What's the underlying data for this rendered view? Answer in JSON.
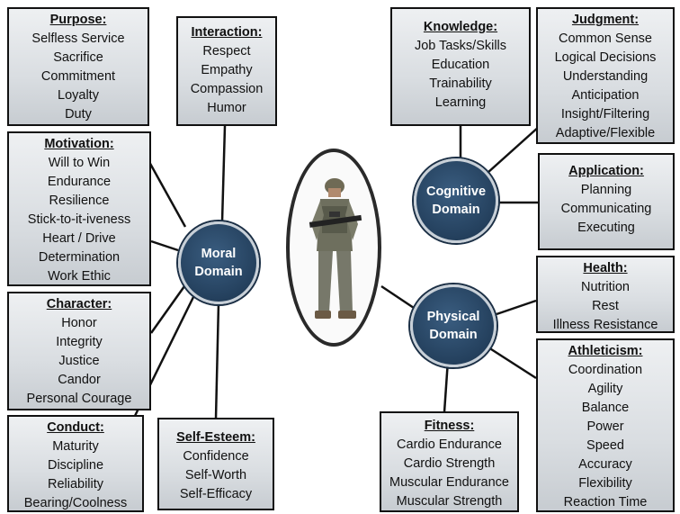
{
  "boxes": {
    "purpose": {
      "title": "Purpose:",
      "items": [
        "Selfless Service",
        "Sacrifice",
        "Commitment",
        "Loyalty",
        "Duty"
      ]
    },
    "interaction": {
      "title": "Interaction:",
      "items": [
        "Respect",
        "Empathy",
        "Compassion",
        "Humor"
      ]
    },
    "motivation": {
      "title": "Motivation:",
      "items": [
        "Will to Win",
        "Endurance",
        "Resilience",
        "Stick-to-it-iveness",
        "Heart / Drive",
        "Determination",
        "Work Ethic"
      ]
    },
    "character": {
      "title": "Character:",
      "items": [
        "Honor",
        "Integrity",
        "Justice",
        "Candor",
        "Personal Courage"
      ]
    },
    "conduct": {
      "title": "Conduct:",
      "items": [
        "Maturity",
        "Discipline",
        "Reliability",
        "Bearing/Coolness"
      ]
    },
    "self_esteem": {
      "title": "Self-Esteem:",
      "items": [
        "Confidence",
        "Self-Worth",
        "Self-Efficacy"
      ]
    },
    "knowledge": {
      "title": "Knowledge:",
      "items": [
        "Job Tasks/Skills",
        "Education",
        "Trainability",
        "Learning"
      ]
    },
    "judgment": {
      "title": "Judgment:",
      "items": [
        "Common Sense",
        "Logical Decisions",
        "Understanding",
        "Anticipation",
        "Insight/Filtering",
        "Adaptive/Flexible"
      ]
    },
    "application": {
      "title": "Application:",
      "items": [
        "Planning",
        "Communicating",
        "Executing"
      ]
    },
    "health": {
      "title": "Health:",
      "items": [
        "Nutrition",
        "Rest",
        "Illness Resistance"
      ]
    },
    "athleticism": {
      "title": "Athleticism:",
      "items": [
        "Coordination",
        "Agility",
        "Balance",
        "Power",
        "Speed",
        "Accuracy",
        "Flexibility",
        "Reaction Time"
      ]
    },
    "fitness": {
      "title": "Fitness:",
      "items": [
        "Cardio Endurance",
        "Cardio Strength",
        "Muscular Endurance",
        "Muscular Strength"
      ]
    }
  },
  "domains": {
    "moral": {
      "line1": "Moral",
      "line2": "Domain"
    },
    "cognitive": {
      "line1": "Cognitive",
      "line2": "Domain"
    },
    "physical": {
      "line1": "Physical",
      "line2": "Domain"
    }
  },
  "colors": {
    "domain_fill": "#24405d",
    "box_border": "#111111",
    "connector": "#111111"
  }
}
